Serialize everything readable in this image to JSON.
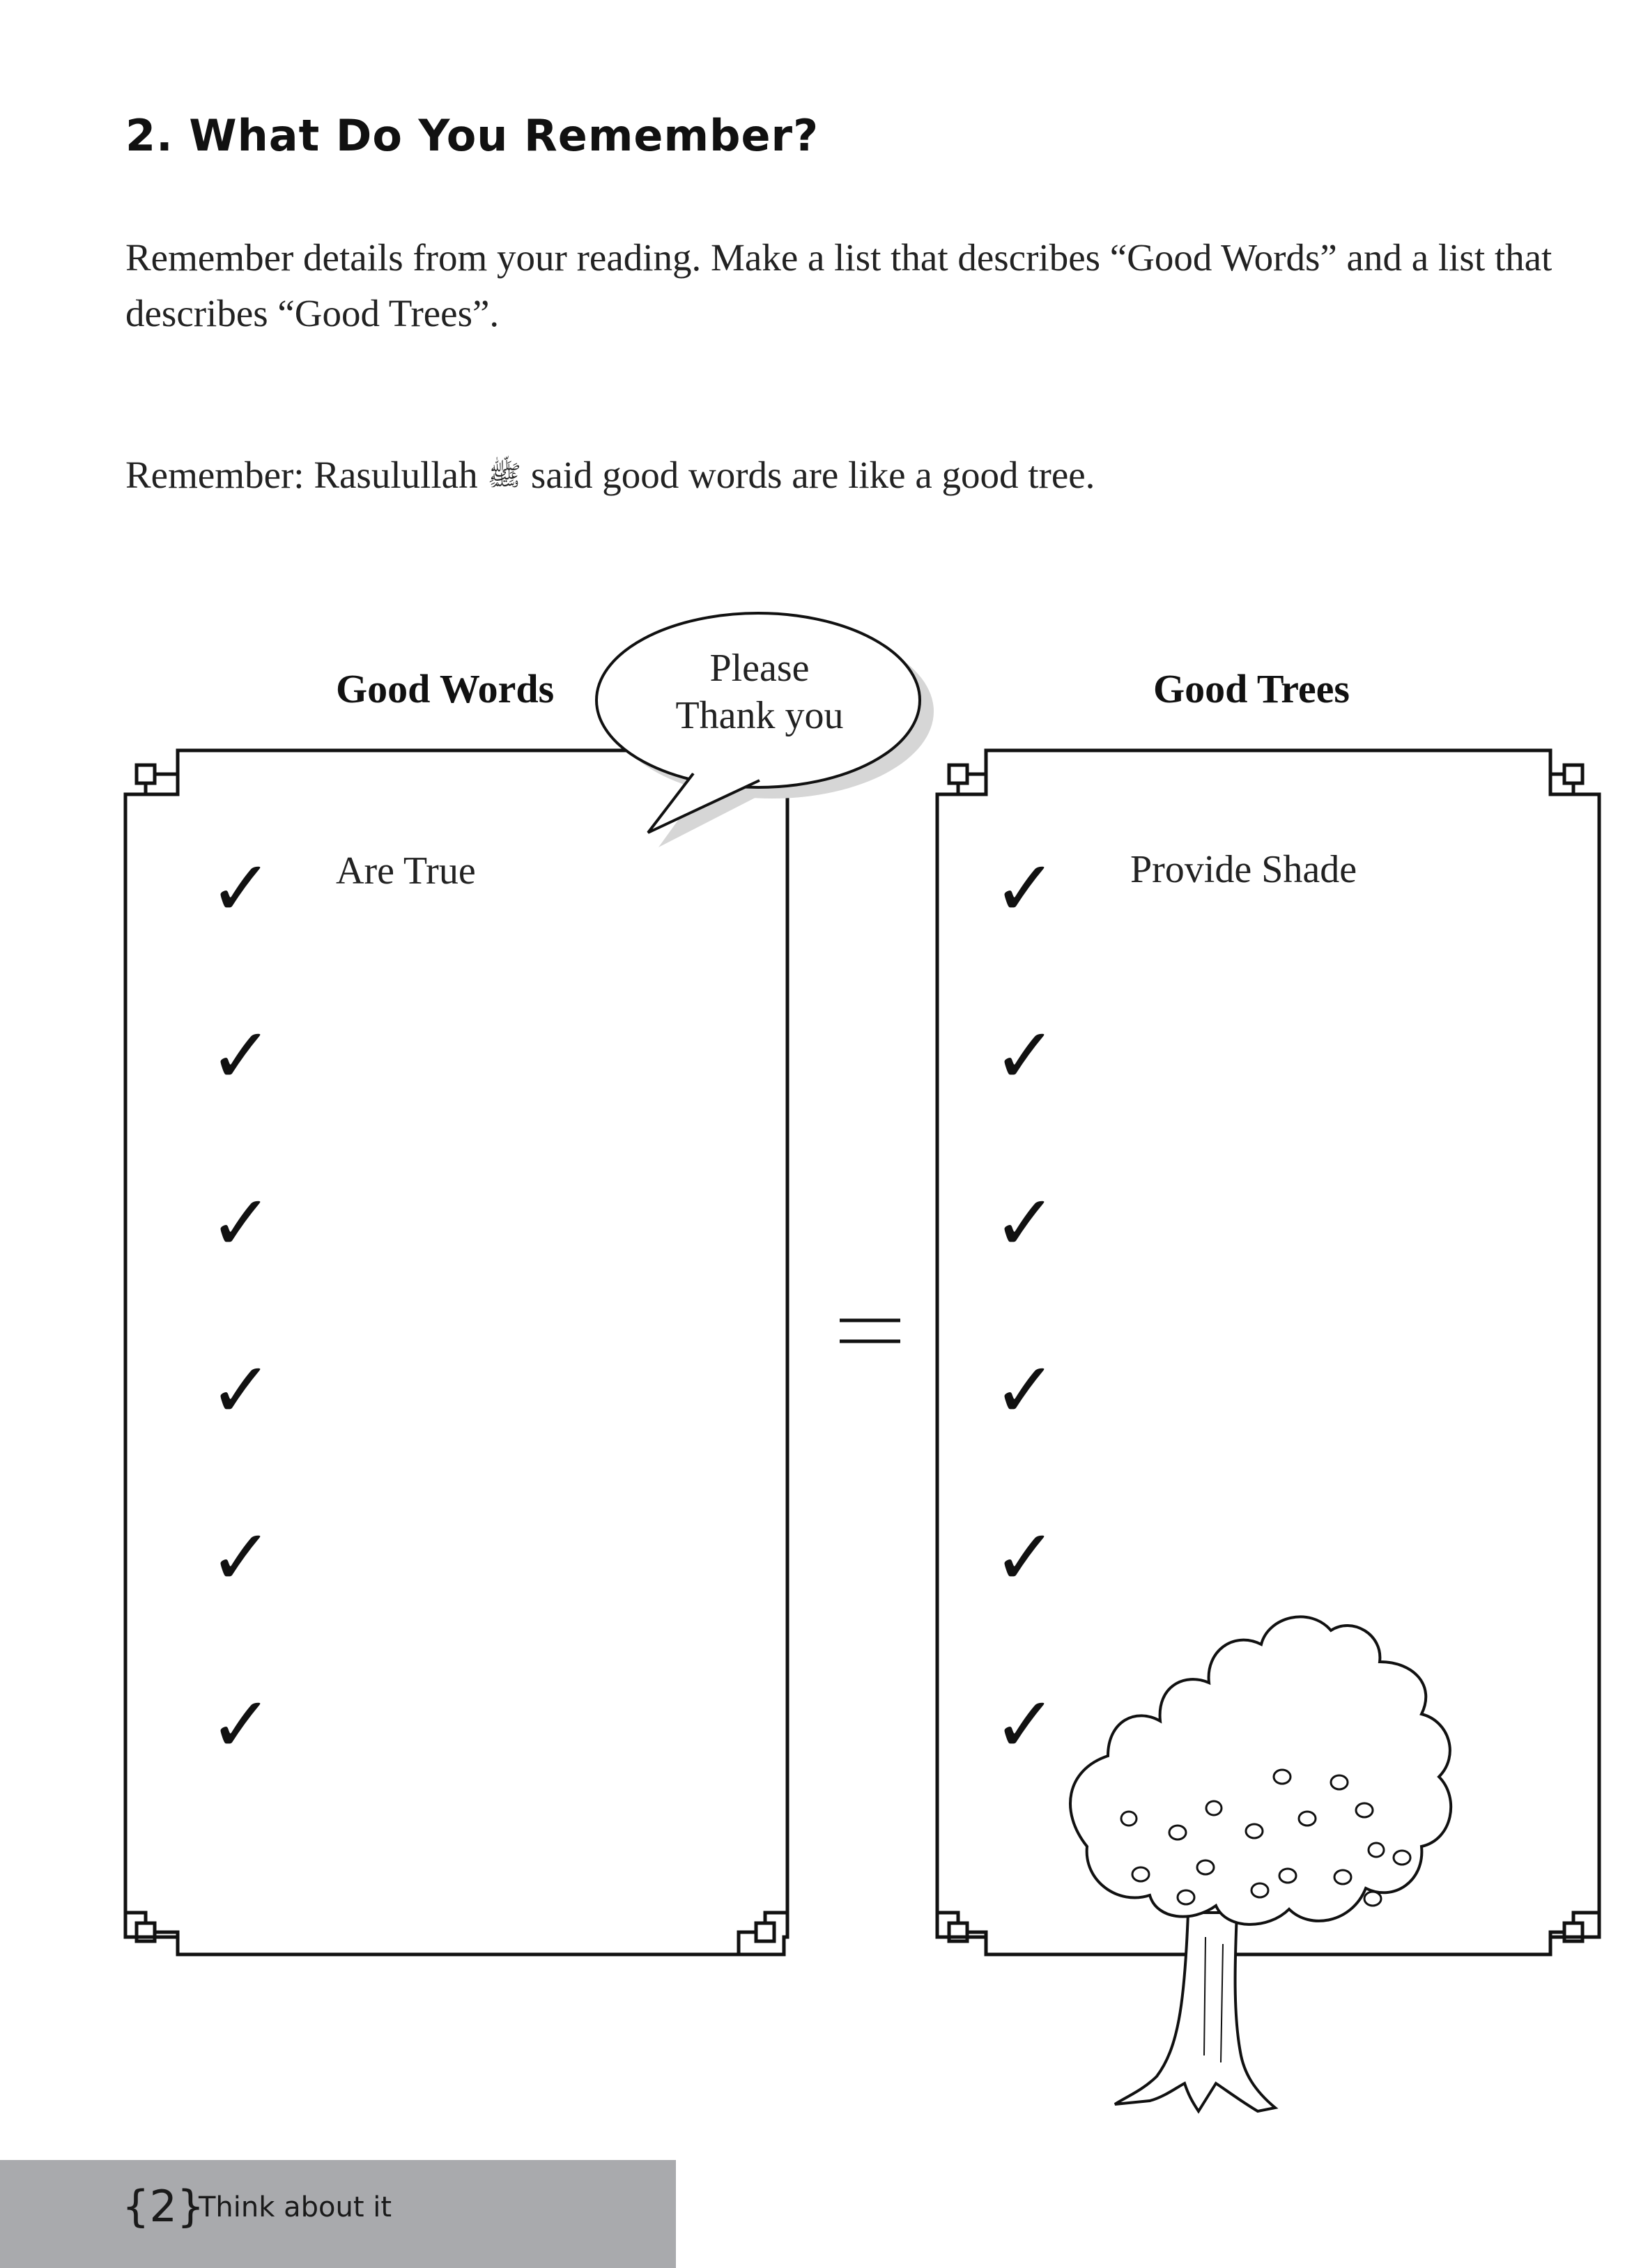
{
  "section": {
    "title": "2. What Do You Remember?",
    "instructions": "Remember details from your reading.  Make a list that describes “Good Words” and a list that describes “Good Trees”.",
    "reminder_before": "Remember:  Rasulullah",
    "salutation_glyph": "ﷺ",
    "reminder_after": "said good words are like a good tree."
  },
  "speech_bubble": {
    "line1": "Please",
    "line2": "Thank you"
  },
  "left_list": {
    "heading": "Good Words",
    "items": [
      "Are True",
      "",
      "",
      "",
      "",
      ""
    ],
    "check": "✓"
  },
  "right_list": {
    "heading": "Good Trees",
    "items": [
      "Provide Shade",
      "",
      "",
      "",
      "",
      ""
    ],
    "check": "✓"
  },
  "icons": {
    "equals": "equals-sign-icon",
    "tree": "tree-illustration",
    "checkmark": "checkmark-icon"
  },
  "footer": {
    "page_number": "{2}",
    "label": "Think about it"
  }
}
